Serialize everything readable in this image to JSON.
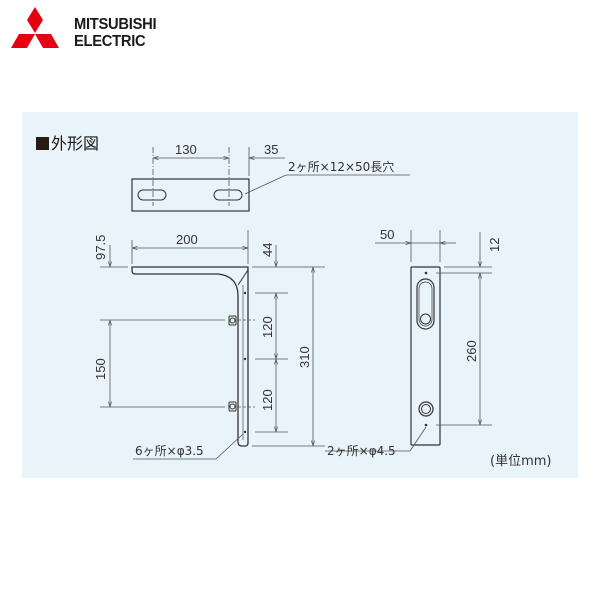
{
  "brand": {
    "line1": "MITSUBISHI",
    "line2": "ELECTRIC",
    "logo_color": "#e60012",
    "icon": "three-diamonds-logo-icon"
  },
  "panel": {
    "background": "#e8f3fa",
    "title": "外形図",
    "unit_label": "(単位mm)"
  },
  "top_view": {
    "dim_hole_spacing": "130",
    "dim_edge_to_hole": "35",
    "slot_note": "2ヶ所×12×50長穴"
  },
  "side_view": {
    "dim_arm_length": "200",
    "dim_top_offset": "97.5",
    "dim_hole_pitch_left": "150",
    "dim_top_to_first_hole": "44",
    "dim_hole_spacing_upper": "120",
    "dim_hole_spacing_lower": "120",
    "dim_total_height": "310",
    "hole_note": "6ヶ所×φ3.5"
  },
  "front_view": {
    "dim_width": "50",
    "dim_top_offset": "12",
    "dim_hole_span": "260",
    "hole_note": "2ヶ所×φ4.5"
  }
}
